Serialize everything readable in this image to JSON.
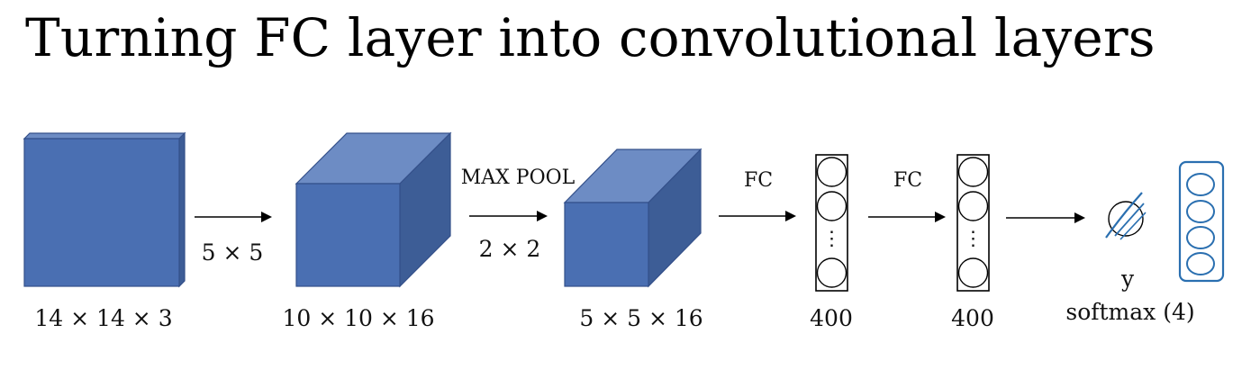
{
  "title": "Turning FC layer into convolutional layers",
  "colors": {
    "volume_front": "#4a6fb2",
    "volume_top": "#6d8cc4",
    "volume_side": "#3d5d96",
    "volume_edge": "#34508a",
    "handwriting": "#2a6fb0",
    "ink": "#000000"
  },
  "layers": {
    "input": {
      "dims": "14 × 14 × 3"
    },
    "conv1": {
      "dims": "10 × 10 × 16"
    },
    "pool1": {
      "dims": "5 × 5 × 16"
    },
    "fc1": {
      "dims": "400",
      "ellipsis": "⋮"
    },
    "fc2": {
      "dims": "400",
      "ellipsis": "⋮"
    },
    "output": {
      "label": "y",
      "sublabel": "softmax (4)"
    }
  },
  "operations": {
    "conv": {
      "size": "5 × 5"
    },
    "pool": {
      "name": "MAX POOL",
      "size": "2 × 2"
    },
    "fc_a": {
      "name": "FC"
    },
    "fc_b": {
      "name": "FC"
    }
  }
}
